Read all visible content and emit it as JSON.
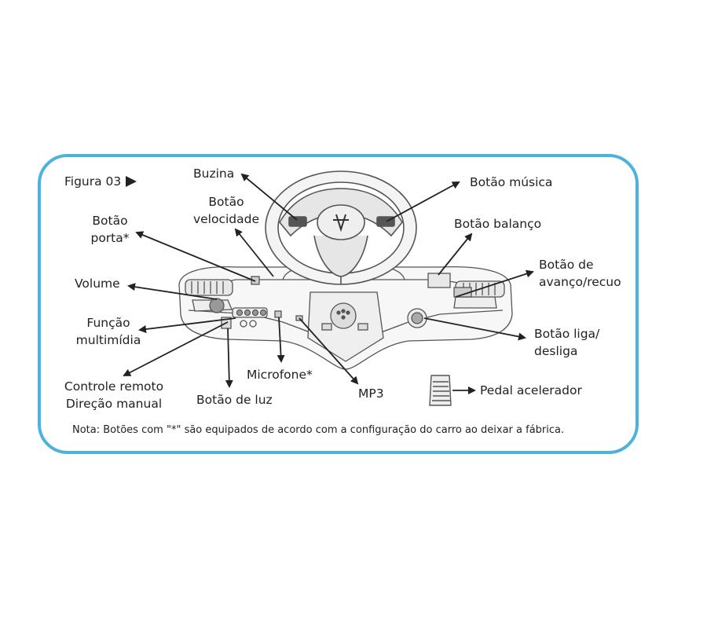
{
  "figure_label": "Figura 03",
  "labels": {
    "buzina": "Buzina",
    "botao_velocidade_1": "Botão",
    "botao_velocidade_2": "velocidade",
    "botao_porta_1": "Botão",
    "botao_porta_2": "porta*",
    "volume": "Volume",
    "funcao_multimidia_1": "Função",
    "funcao_multimidia_2": "multimídia",
    "controle_remoto_1": "Controle remoto",
    "controle_remoto_2": "Direção manual",
    "botao_de_luz": "Botão de luz",
    "microfone": "Microfone*",
    "mp3": "MP3",
    "botao_musica": "Botão música",
    "botao_balanco": "Botão balanço",
    "botao_avanco_1": "Botão de",
    "botao_avanco_2": "avanço/recuo",
    "botao_liga_1": "Botão liga/",
    "botao_liga_2": "desliga",
    "pedal_acelerador": "Pedal acelerador"
  },
  "note": "Nota: Botões com \"*\" são equipados de acordo com a configuração do carro ao deixar a fábrica.",
  "colors": {
    "frame": "#4db3dc",
    "ink": "#222222",
    "line_art": "#555555"
  }
}
